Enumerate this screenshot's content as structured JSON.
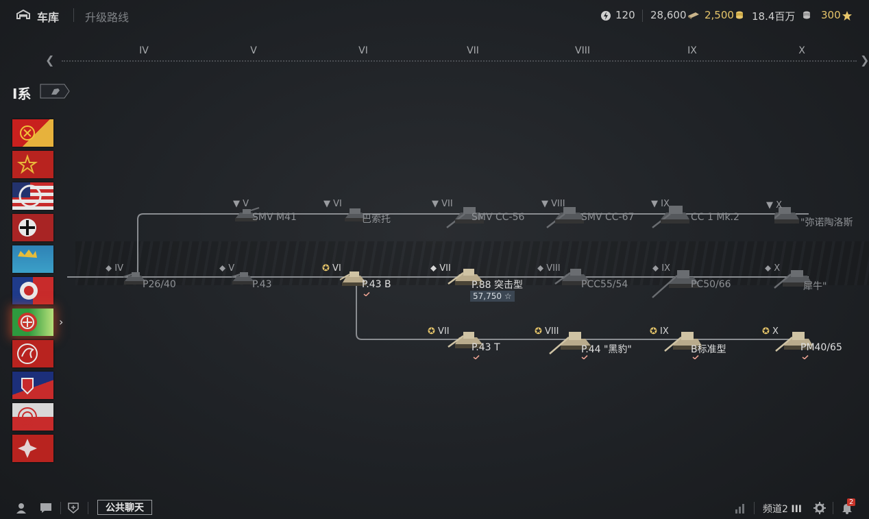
{
  "header": {
    "garage_label": "车库",
    "tree_label": "升级路线",
    "exp_free": "120",
    "silver": "28,600",
    "gold": "2,500",
    "credits": "18.4百万",
    "stars": "300"
  },
  "tiers": [
    "IV",
    "V",
    "VI",
    "VII",
    "VIII",
    "IX",
    "X"
  ],
  "nation": {
    "title": "I系"
  },
  "flags": [
    "usa-red-star",
    "ussr",
    "usa",
    "germany",
    "sweden",
    "france",
    "italy",
    "czech",
    "uk",
    "poland",
    "china"
  ],
  "tree": {
    "top_row": [
      {
        "tier": "V",
        "name": "SMV M41"
      },
      {
        "tier": "VI",
        "name": "巴索托"
      },
      {
        "tier": "VII",
        "name": "SMV CC-56"
      },
      {
        "tier": "VIII",
        "name": "SMV CC-67"
      },
      {
        "tier": "IX",
        "name": "CC 1 Mk.2"
      },
      {
        "tier": "X",
        "name": "\"弥诺陶洛斯"
      }
    ],
    "mid_row": [
      {
        "tier": "IV",
        "name": "P26/40"
      },
      {
        "tier": "V",
        "name": "P.43"
      },
      {
        "tier": "VI",
        "name": "P.43 B"
      },
      {
        "tier": "VII",
        "name": "P.88 突击型",
        "cost": "57,750"
      },
      {
        "tier": "VIII",
        "name": "PCC55/54"
      },
      {
        "tier": "IX",
        "name": "PC50/66"
      },
      {
        "tier": "X",
        "name": "犀牛\""
      }
    ],
    "bottom_row": [
      {
        "tier": "VII",
        "name": "P.43 T"
      },
      {
        "tier": "VIII",
        "name": "P.44 \"黑豹\""
      },
      {
        "tier": "IX",
        "name": "B标准型"
      },
      {
        "tier": "X",
        "name": "PM40/65"
      }
    ]
  },
  "bottom": {
    "chat_label": "公共聊天",
    "channel_label": "频道2",
    "notifications": "2"
  },
  "colors": {
    "gold": "#e6c56a",
    "accent": "#c8342a",
    "line": "#8a8d91"
  }
}
